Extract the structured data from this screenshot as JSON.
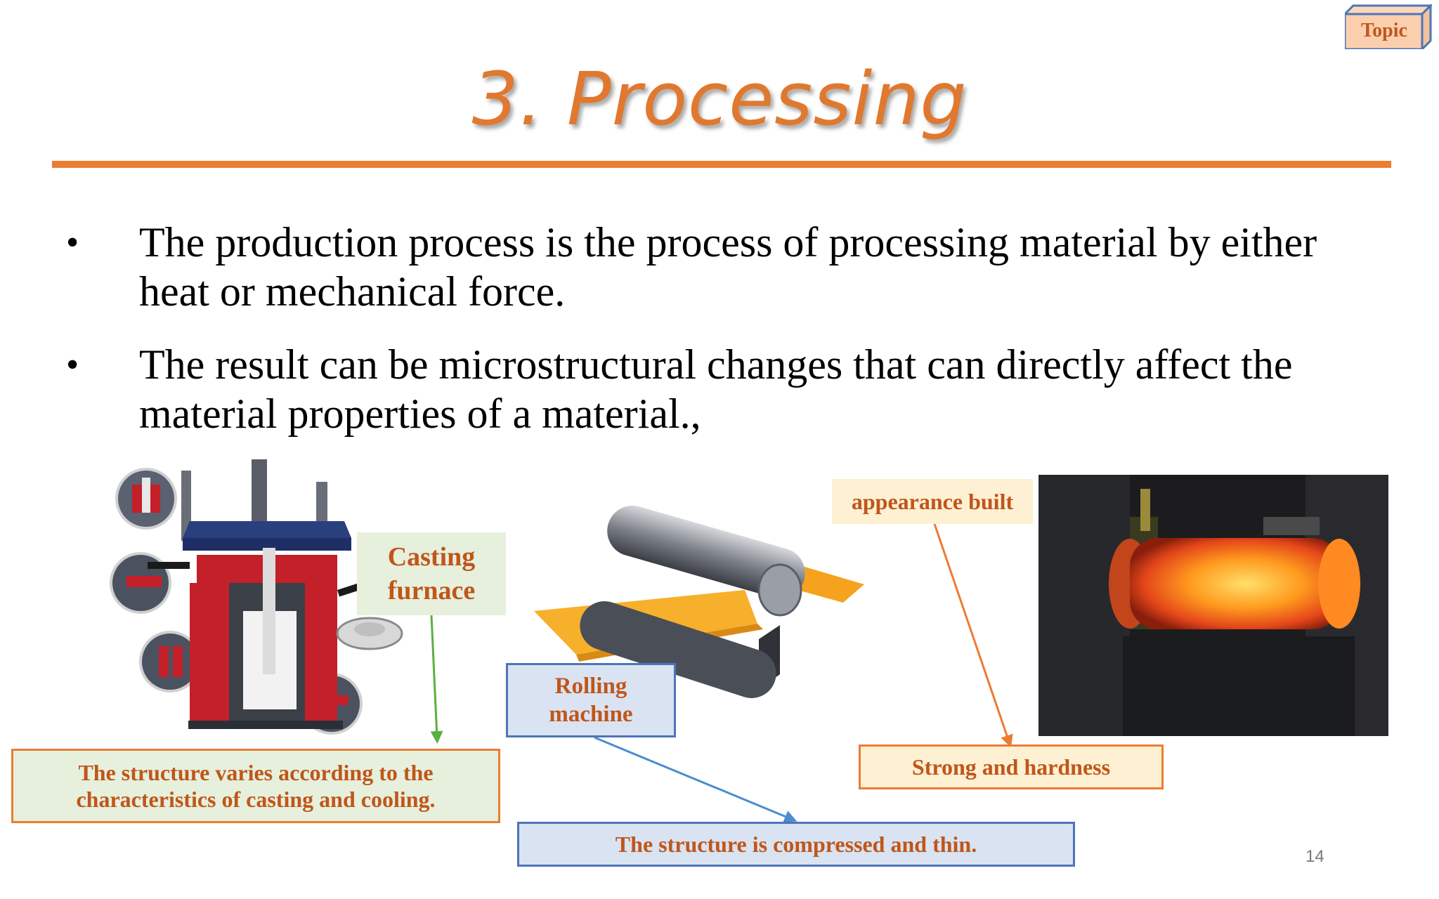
{
  "badge": {
    "label": "Topic"
  },
  "title": "3. Processing",
  "bullets": [
    {
      "marker": "•",
      "lines": [
        "The production process is the process of processing material by either",
        "heat or mechanical force."
      ]
    },
    {
      "marker": "•",
      "lines": [
        "The result can be microstructural changes that can directly affect the",
        "material properties of a material.,"
      ]
    }
  ],
  "labels": {
    "casting": [
      "Casting",
      "furnace"
    ],
    "casting_desc": [
      "The structure varies according to the",
      "characteristics of casting and cooling."
    ],
    "rolling": [
      "Rolling",
      "machine"
    ],
    "rolling_desc": "The structure is compressed and thin.",
    "appearance": "appearance built",
    "strength": "Strong and hardness"
  },
  "page_number": "14",
  "colors": {
    "accent": "#eb7c31",
    "label_text": "#c0561a",
    "blue_border": "#4d75b8",
    "green_fill": "#e6f0dd",
    "blue_fill": "#d9e3f2",
    "cream_fill": "#fdf0d3"
  }
}
